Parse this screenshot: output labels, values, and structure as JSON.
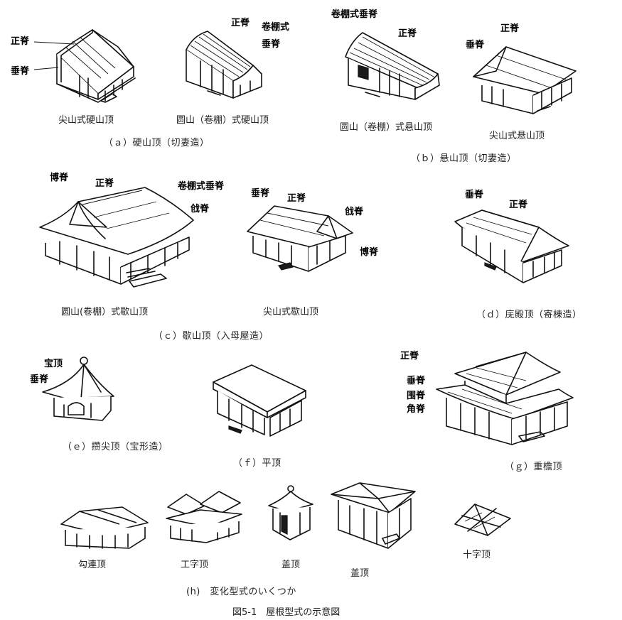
{
  "labels": {
    "zhengji": "正脊",
    "chuiji": "垂脊",
    "juanpengshi": "卷棚式",
    "juanpengshi_zhengji": "卷棚式垂脊",
    "juanpengshi_chuiji": "卷棚式垂脊",
    "boji": "博脊",
    "qiangji": "戗脊",
    "baoding": "宝顶",
    "weiji": "围脊",
    "jiaoji": "角脊"
  },
  "titles": {
    "a1": "尖山式硬山顶",
    "a2": "圆山（卷棚）式硬山顶",
    "b1": "圆山（卷棚）式悬山顶",
    "b2": "尖山式悬山顶",
    "c1": "圆山(卷棚）式歇山顶",
    "c2": "尖山式歇山顶",
    "h1": "勾連顶",
    "h2": "工字顶",
    "h3": "盖顶",
    "h4": "盖顶",
    "h5": "十字顶"
  },
  "captions": {
    "a": "（ａ）硬山顶（切妻造）",
    "b": "（ｂ）悬山顶（切妻造）",
    "c": "（ｃ）歇山顶（入母屋造）",
    "d": "（ｄ）庑殿顶（寄棟造）",
    "e": "（ｅ）攒尖顶（宝形造）",
    "f": "（ｆ）平顶",
    "g": "（ｇ）重檐顶",
    "h": "(h)　変化型式のいくつか"
  },
  "figure_title": "図5-1　屋根型式の示意図"
}
